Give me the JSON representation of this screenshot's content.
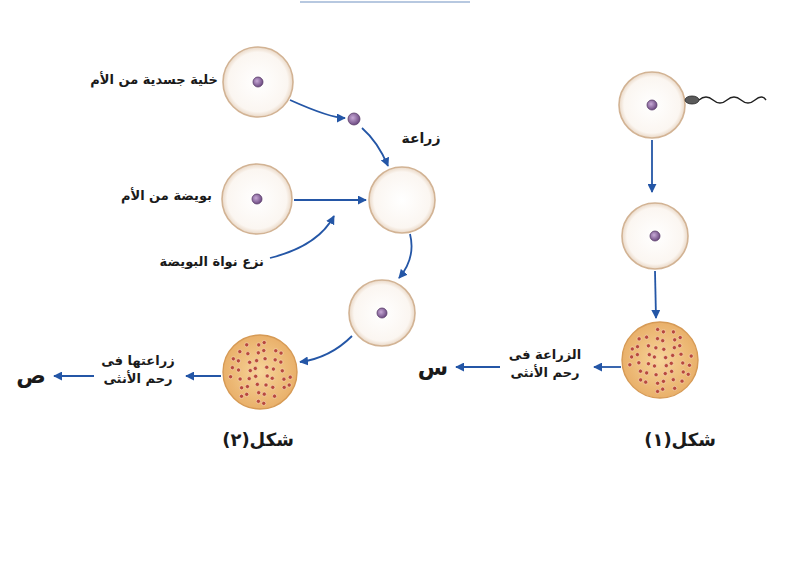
{
  "diagram": {
    "labels": [
      "خلية جسدية من الأم",
      "زراعة",
      "بويضة من الأم",
      "نزع نواة البويضة",
      "زراعتها فى رحم الأنثى",
      "ص",
      "شكل(٢)",
      "الزراعة فى رحم الأنثى",
      "س",
      "شكل(١)"
    ]
  }
}
